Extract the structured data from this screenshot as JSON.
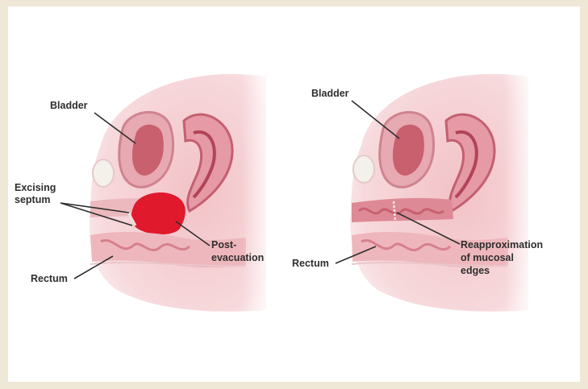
{
  "figure": {
    "left_panel": {
      "labels": {
        "bladder": "Bladder",
        "excising_septum_line1": "Excising",
        "excising_septum_line2": "septum",
        "post_evacuation_line1": "Post-",
        "post_evacuation_line2": "evacuation",
        "rectum": "Rectum"
      }
    },
    "right_panel": {
      "labels": {
        "bladder": "Bladder",
        "reapprox_line1": "Reapproximation",
        "reapprox_line2": "of mucosal",
        "reapprox_line3": "edges",
        "rectum": "Rectum"
      }
    },
    "colors": {
      "background": "#efe8d7",
      "tissue_light": "#f6d6d8",
      "tissue_mid": "#eaa9b0",
      "tissue_dark": "#c9606e",
      "blood_red": "#e0192d",
      "bone": "#f4f0ea"
    }
  }
}
